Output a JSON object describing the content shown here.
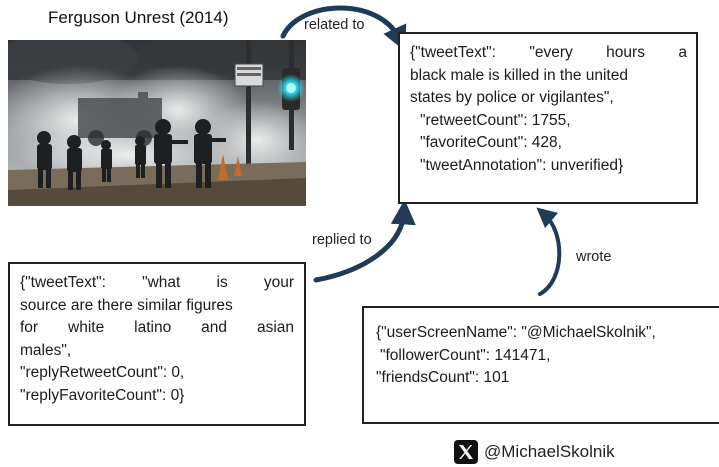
{
  "image_title": "Ferguson Unrest (2014)",
  "edges": {
    "related": "related to",
    "replied": "replied to",
    "wrote": "wrote"
  },
  "tweet_box": {
    "line1": "{\"tweetText\":  \"every  hours  a",
    "line2": "black male is killed in the united",
    "line3": "states by police or vigilantes\",",
    "line4": "\"retweetCount\": 1755,",
    "line5": "\"favoriteCount\": 428,",
    "line6": "\"tweetAnnotation\": unverified}"
  },
  "reply_box": {
    "line1": "{\"tweetText\":  \"what  is  your",
    "line2": "source are there similar figures",
    "line3": "for  white  latino  and  asian",
    "line4": "males\",",
    "line5": "\"replyRetweetCount\": 0,",
    "line6": "\"replyFavoriteCount\": 0}"
  },
  "user_box": {
    "line1": "{\"userScreenName\": \"@MichaelSkolnik\",",
    "line2": "\"followerCount\": 141471,",
    "line3": "\"friendsCount\": 101"
  },
  "footer": {
    "icon": "x-logo-icon",
    "handle": "@MichaelSkolnik"
  },
  "colors": {
    "arrow": "#1f3b57",
    "box_border": "#222222",
    "smoke": "#cfd2d4",
    "signal_light": "#29d7ea"
  }
}
